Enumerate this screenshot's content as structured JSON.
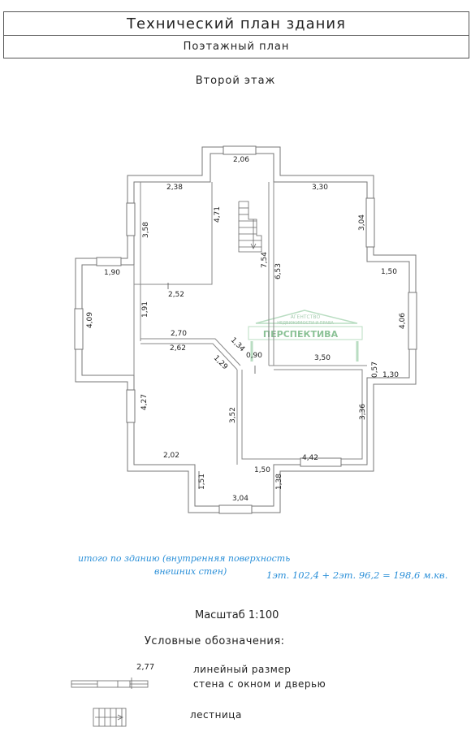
{
  "header": {
    "title": "Технический план здания",
    "subtitle": "Поэтажный план"
  },
  "floor_title": "Второй этаж",
  "dimensions": {
    "d206": "2,06",
    "d238": "2,38",
    "d330": "3,30",
    "d358": "3,58",
    "d471": "4,71",
    "d304a": "3,04",
    "d754": "7,54",
    "d653": "6,53",
    "d190": "1,90",
    "d150a": "1,50",
    "d252": "2,52",
    "d191": "1,91",
    "d409": "4,09",
    "d406": "4,06",
    "d270": "2,70",
    "d134": "1,34",
    "d262": "2,62",
    "d129": "1,29",
    "d090": "0,90",
    "d350": "3,50",
    "d057": "0,57",
    "d130": "1,30",
    "d427": "4,27",
    "d352": "3,52",
    "d336": "3,36",
    "d202": "2,02",
    "d442": "4,42",
    "d150b": "1,50",
    "d151": "1,51",
    "d138": "1,38",
    "d304b": "3,04"
  },
  "watermark": {
    "agency_top": "АГЕНТСТВО",
    "agency_sub": "НЕДВИЖИМОСТИ И ПРАВА",
    "brand": "ПЕРСПЕКТИВА"
  },
  "note": {
    "line1": "итого по зданию  (внутренняя поверхность",
    "line2": "внешних стен)",
    "totals": "1эт. 102,4 + 2эт. 96,2 = 198,6 м.кв."
  },
  "scale": "Масштаб 1:100",
  "legend": {
    "title": "Условные обозначения:",
    "sample_value": "2,77",
    "items": [
      "линейный размер",
      "стена с окном и дверью",
      "лестница"
    ]
  },
  "colors": {
    "wall": "#9a9a9a",
    "note_text": "#2a8fd8",
    "watermark_green": "#3f9a52"
  }
}
